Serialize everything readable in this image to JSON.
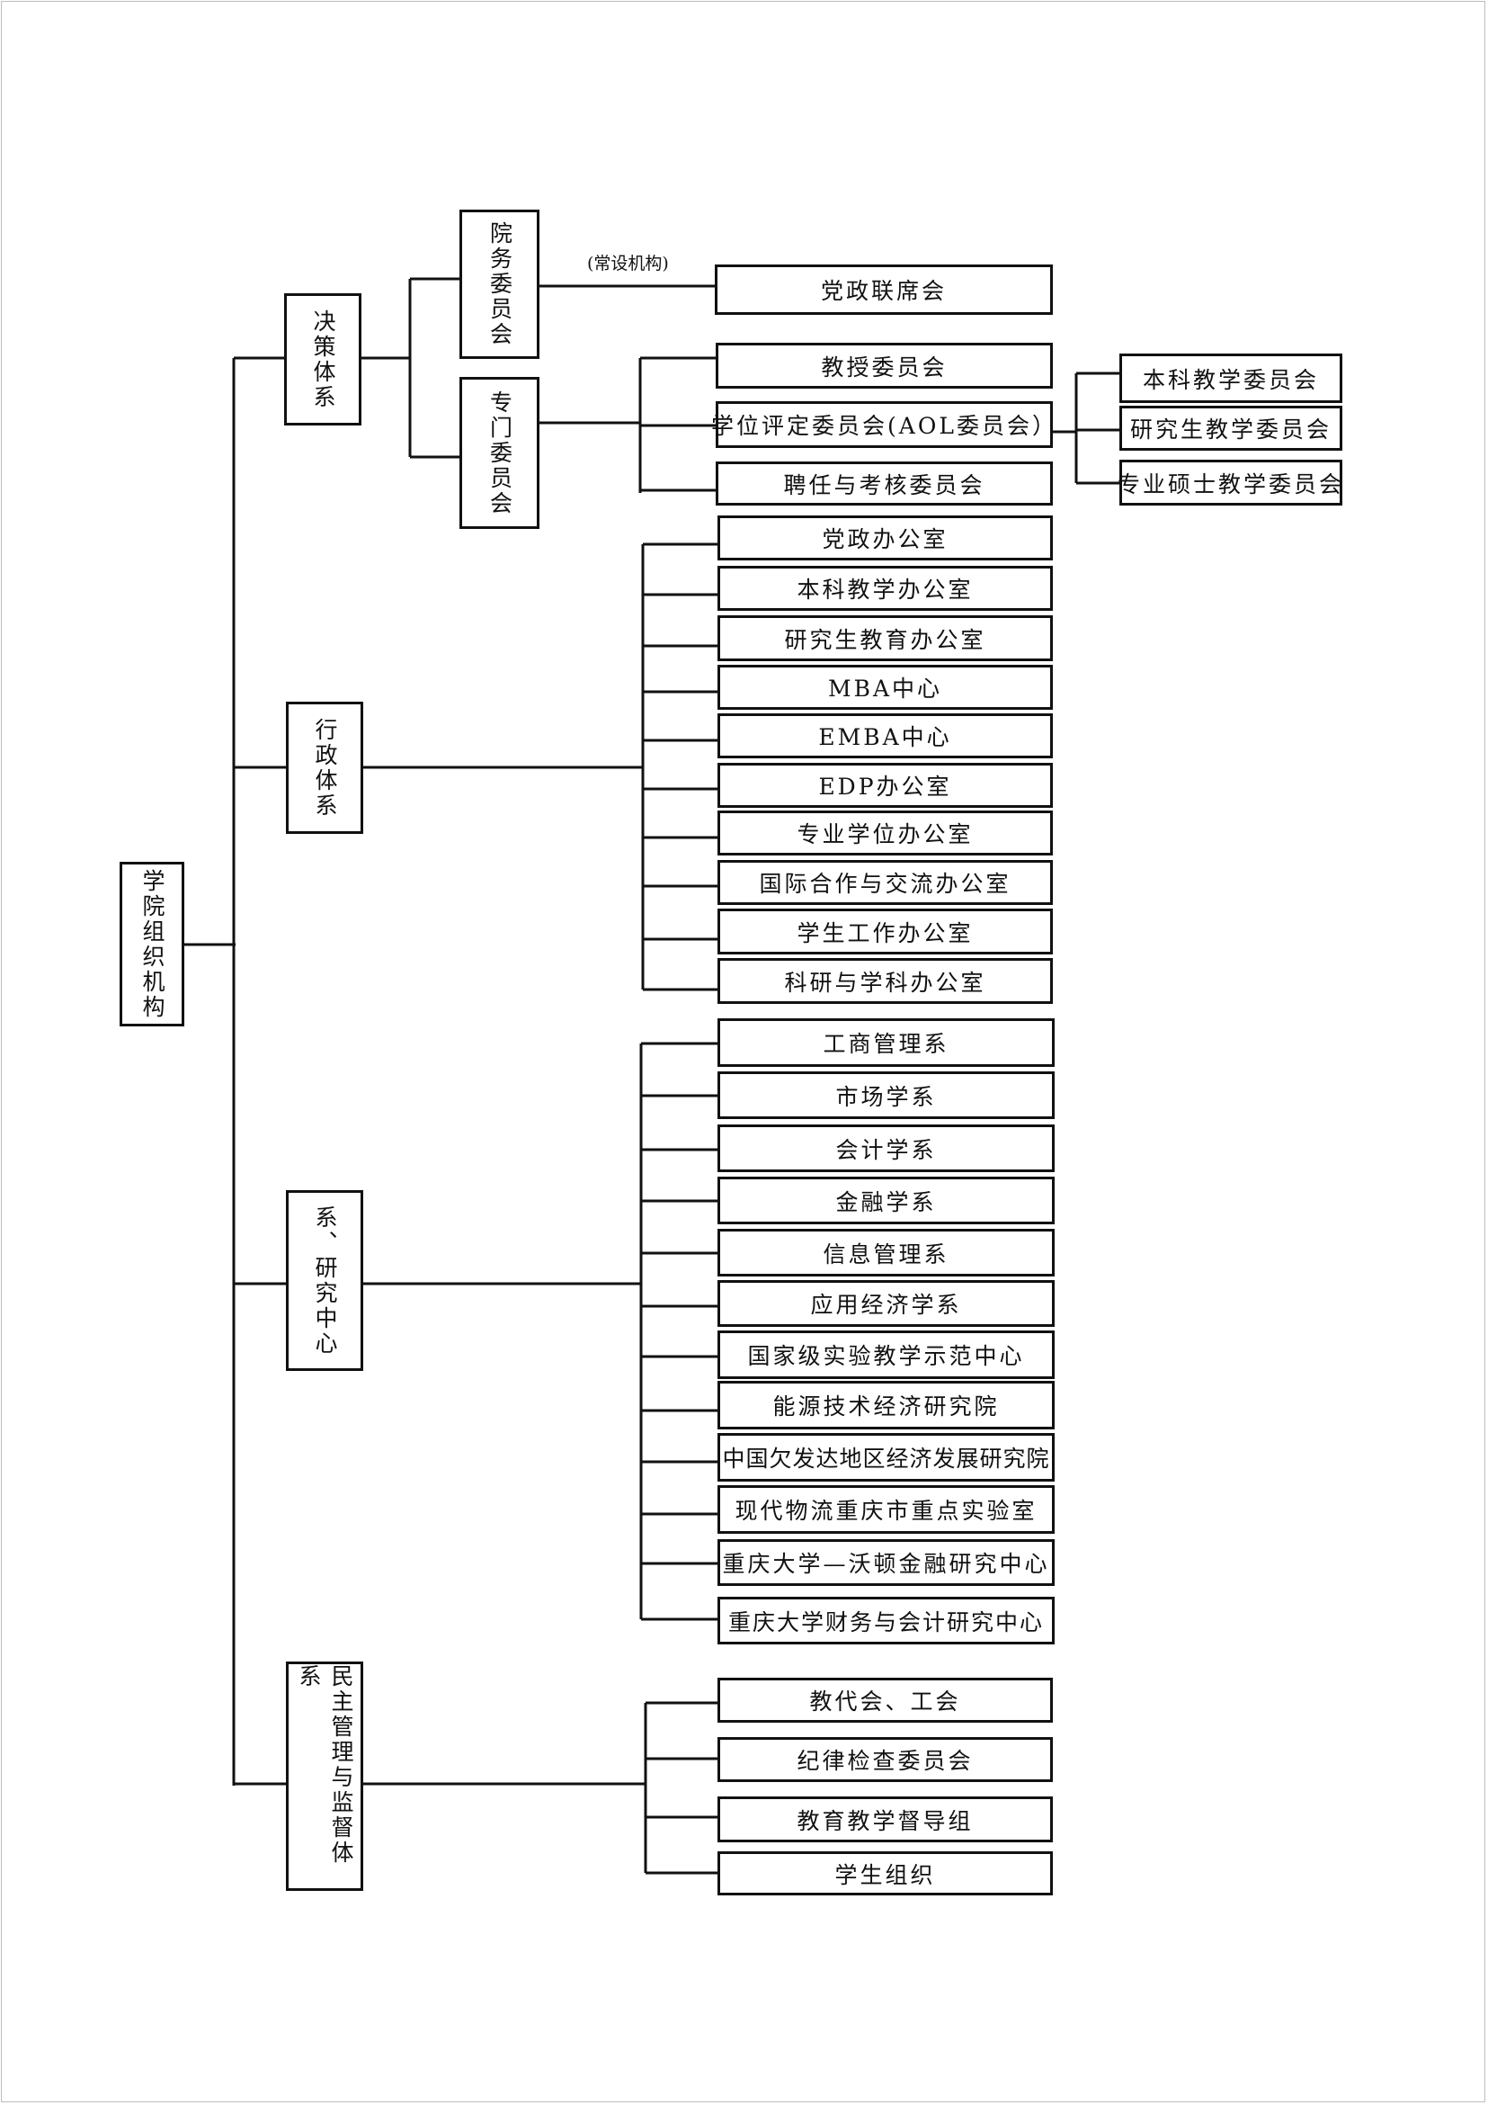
{
  "root": "学院组织机构",
  "decision": {
    "label": "决策体系",
    "branches": [
      {
        "label": "院务委员会",
        "note": "(常设机构)",
        "children": [
          "党政联席会"
        ]
      },
      {
        "label": "专门委员会",
        "children": [
          "教授委员会",
          "学位评定委员会(AOL委员会）",
          "聘任与考核委员会"
        ],
        "aol_children": [
          "本科教学委员会",
          "研究生教学委员会",
          "专业硕士教学委员会"
        ]
      }
    ]
  },
  "admin": {
    "label": "行政体系",
    "children": [
      "党政办公室",
      "本科教学办公室",
      "研究生教育办公室",
      "MBA中心",
      "EMBA中心",
      "EDP办公室",
      "专业学位办公室",
      "国际合作与交流办公室",
      "学生工作办公室",
      "科研与学科办公室"
    ]
  },
  "departments": {
    "label": "系、研究中心",
    "children": [
      "工商管理系",
      "市场学系",
      "会计学系",
      "金融学系",
      "信息管理系",
      "应用经济学系",
      "国家级实验教学示范中心",
      "能源技术经济研究院",
      "中国欠发达地区经济发展研究院",
      "现代物流重庆市重点实验室",
      "重庆大学—沃顿金融研究中心",
      "重庆大学财务与会计研究中心"
    ]
  },
  "democratic": {
    "label": "民主管理与监督体系",
    "children": [
      "教代会、工会",
      "纪律检查委员会",
      "教育教学督导组",
      "学生组织"
    ]
  }
}
